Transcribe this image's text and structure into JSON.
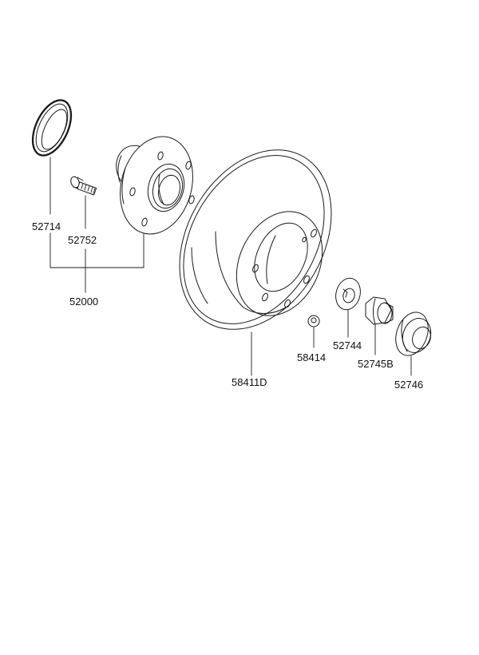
{
  "diagram": {
    "colors": {
      "line": "#1a1a1a",
      "background": "#ffffff"
    },
    "parts": [
      {
        "id": "abs-tone-ring",
        "number": "52714"
      },
      {
        "id": "hub-bolt",
        "number": "52752"
      },
      {
        "id": "hub-assembly",
        "number": "52000"
      },
      {
        "id": "brake-disc",
        "number": "58411D"
      },
      {
        "id": "disc-screw",
        "number": "58414"
      },
      {
        "id": "lock-washer",
        "number": "52744"
      },
      {
        "id": "hub-nut",
        "number": "52745B"
      },
      {
        "id": "grease-cap",
        "number": "52746"
      }
    ]
  }
}
